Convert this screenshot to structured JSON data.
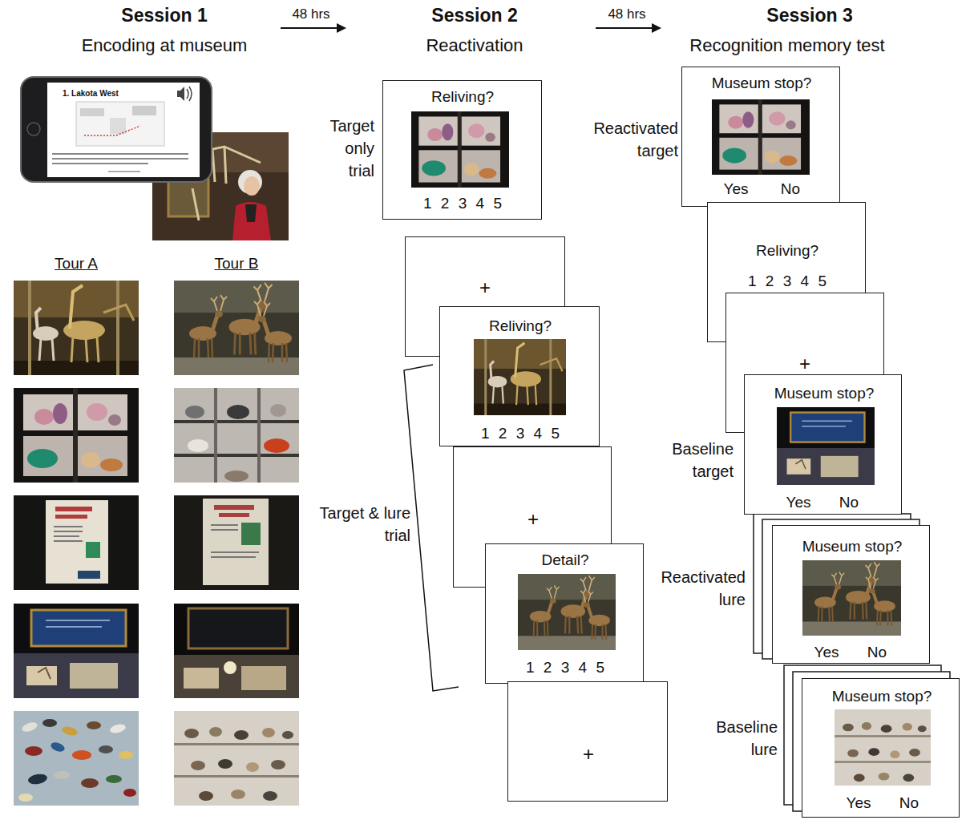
{
  "diagram": {
    "nodes": [
      {
        "text": [
          "1. Lakota West"
        ]
      },
      {
        "text": [
          "Reliving?",
          "1 2 3 4 5"
        ]
      },
      {
        "text": [
          "+"
        ]
      },
      {
        "text": [
          "Reliving?",
          "1 2 3 4 5"
        ]
      },
      {
        "text": [
          "+"
        ]
      },
      {
        "text": [
          "Detail?",
          "1 2 3 4 5"
        ]
      },
      {
        "text": [
          "+"
        ]
      },
      {
        "text": [
          "Museum stop?",
          "Yes",
          "No"
        ]
      },
      {
        "text": [
          "Reliving?",
          "1 2 3 4 5"
        ]
      },
      {
        "text": [
          "+"
        ]
      },
      {
        "text": [
          "Museum stop?",
          "Yes",
          "No"
        ]
      },
      {
        "text": [
          "Museum stop?",
          "Yes",
          "No"
        ]
      },
      {
        "text": [
          "Museum stop?",
          "Yes",
          "No"
        ]
      }
    ],
    "labels": [
      "Session 1",
      "Encoding at museum",
      "48 hrs",
      "Session 2",
      "Reactivation",
      "48 hrs",
      "Session 3",
      "Recognition memory test",
      "Tour A",
      "Tour B",
      "Target only trial",
      "Target & lure trial",
      "Reactivated target",
      "Baseline target",
      "Reactivated lure",
      "Baseline lure"
    ]
  }
}
